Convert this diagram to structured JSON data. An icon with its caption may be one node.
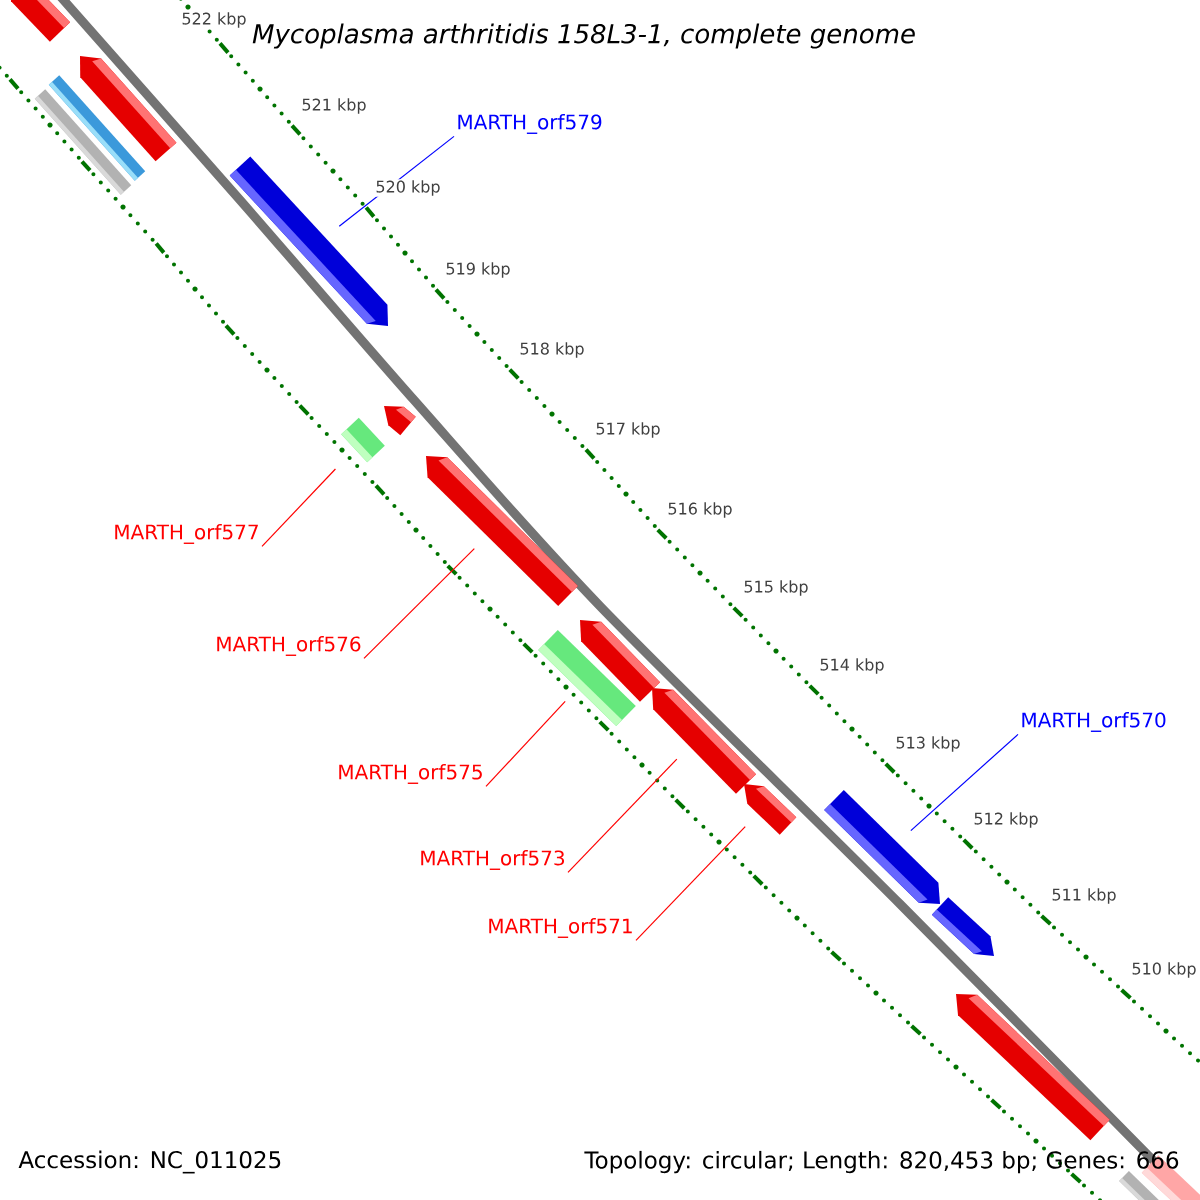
{
  "diagram": {
    "title": "Mycoplasma arthritidis 158L3-1, complete genome",
    "nodes": [
      {
        "text": [
          "MARTH_orf579"
        ]
      },
      {
        "text": [
          "MARTH_orf577"
        ]
      },
      {
        "text": [
          "MARTH_orf576"
        ]
      },
      {
        "text": [
          "MARTH_orf570"
        ]
      },
      {
        "text": [
          "MARTH_orf575"
        ]
      },
      {
        "text": [
          "MARTH_orf573"
        ]
      },
      {
        "text": [
          "MARTH_orf571"
        ]
      },
      {
        "text": [],
        "shape": "pentagon"
      },
      {
        "text": [],
        "shape": "pentagon"
      },
      {
        "text": [],
        "shape": "box"
      },
      {
        "text": [],
        "shape": "box"
      },
      {
        "text": [],
        "shape": "pentagon"
      },
      {
        "text": [],
        "shape": "pentagon"
      },
      {
        "text": [],
        "shape": "box"
      },
      {
        "text": [],
        "shape": "pentagon"
      },
      {
        "text": [],
        "shape": "pentagon"
      },
      {
        "text": [],
        "shape": "box"
      },
      {
        "text": [],
        "shape": "pentagon"
      },
      {
        "text": [],
        "shape": "pentagon"
      },
      {
        "text": [],
        "shape": "pentagon"
      },
      {
        "text": [],
        "shape": "pentagon"
      },
      {
        "text": [],
        "shape": "pentagon"
      },
      {
        "text": [],
        "shape": "box"
      },
      {
        "text": [],
        "shape": "box"
      }
    ],
    "edges": [
      {
        "from": 0,
        "to": 11,
        "arrow": "none",
        "color": "#0000ff"
      },
      {
        "from": 1,
        "to": 13,
        "arrow": "none"
      },
      {
        "from": 2,
        "to": 14,
        "arrow": "none"
      },
      {
        "from": 3,
        "to": 19,
        "arrow": "none",
        "color": "#0000ff"
      },
      {
        "from": 4,
        "to": 16,
        "arrow": "none"
      },
      {
        "from": 5,
        "to": 17,
        "arrow": "none"
      },
      {
        "from": 6,
        "to": 18,
        "arrow": "none"
      }
    ],
    "labels": [
      "522 kbp",
      "521 kbp",
      "520 kbp",
      "519 kbp",
      "518 kbp",
      "517 kbp",
      "516 kbp",
      "515 kbp",
      "514 kbp",
      "513 kbp",
      "512 kbp",
      "511 kbp",
      "510 kbp",
      "Accession: NC_011025",
      "Topology: circular; Length: 820,453 bp; Genes: 666"
    ]
  }
}
